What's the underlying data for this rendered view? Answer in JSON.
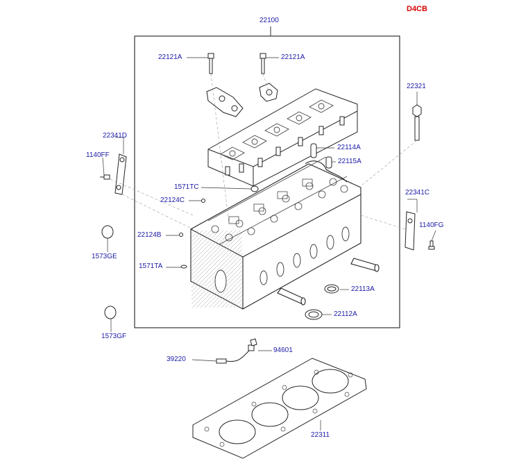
{
  "diagram": {
    "engine_code": "D4CB",
    "colors": {
      "label": "#1a1aa6",
      "engine_code": "#d40000",
      "line": "#333333"
    },
    "parts": {
      "p22100": "22100",
      "p22121a_left": "22121A",
      "p22121a_right": "22121A",
      "p22321": "22321",
      "p22341d": "22341D",
      "p1140ff": "1140FF",
      "p22114a": "22114A",
      "p22115a": "22115A",
      "p1571tc": "1571TC",
      "p22124c": "22124C",
      "p22341c": "22341C",
      "p1140fg": "1140FG",
      "p22124b": "22124B",
      "p1573ge": "1573GE",
      "p1571ta": "1571TA",
      "p22113a": "22113A",
      "p22112a": "22112A",
      "p1573gf": "1573GF",
      "p94601": "94601",
      "p39220": "39220",
      "p22311": "22311"
    }
  }
}
